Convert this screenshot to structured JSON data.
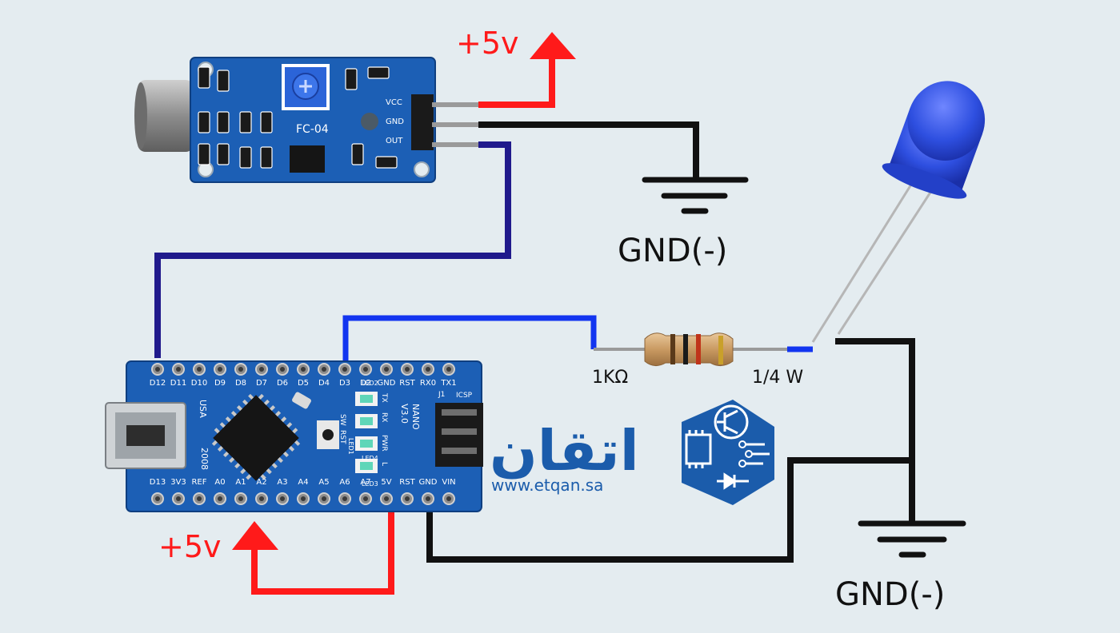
{
  "colors": {
    "background": "#e4ecf0",
    "pcb_blue": "#1c5fb5",
    "pcb_dark": "#134a92",
    "wire_red": "#ff1a1a",
    "wire_black": "#111111",
    "wire_navy": "#201a8c",
    "wire_blue": "#1235f0",
    "brand_blue": "#1b5cab",
    "led_blue": "#2e4fe0"
  },
  "sensor": {
    "model": "FC-04",
    "pin_vcc": "VCC",
    "pin_gnd": "GND",
    "pin_out": "OUT"
  },
  "arduino": {
    "top_pins": [
      "D12",
      "D11",
      "D10",
      "D9",
      "D8",
      "D7",
      "D6",
      "D5",
      "D4",
      "D3",
      "D2",
      "GND",
      "RST",
      "RX0",
      "TX1"
    ],
    "bottom_pins": [
      "D13",
      "3V3",
      "REF",
      "A0",
      "A1",
      "A2",
      "A3",
      "A4",
      "A5",
      "A6",
      "A7",
      "5V",
      "RST",
      "GND",
      "VIN"
    ],
    "model_line1": "NANO",
    "model_line2": "V3.0",
    "usa": "USA",
    "year": "2008",
    "icsp": "ICSP",
    "j1": "J1",
    "rst_label": "RST",
    "sw_label": "SW",
    "led_labels": [
      "TX",
      "RX",
      "PWR",
      "L"
    ],
    "led_names": [
      "LED1",
      "LED2",
      "LED3",
      "LED4"
    ]
  },
  "labels": {
    "vcc_top": "+5v",
    "vcc_bottom": "+5v",
    "gnd_top": "GND(-)",
    "gnd_bottom": "GND(-)",
    "resistor_value": "1KΩ",
    "resistor_power": "1/4 W"
  },
  "brand": {
    "name_ar": "اتقان",
    "url": "www.etqan.sa"
  },
  "icons": [
    "microphone-icon",
    "potentiometer-icon",
    "ground-symbol-icon",
    "arrow-up-icon",
    "usb-port-icon",
    "led-icon",
    "resistor-icon",
    "transistor-logo-icon"
  ]
}
